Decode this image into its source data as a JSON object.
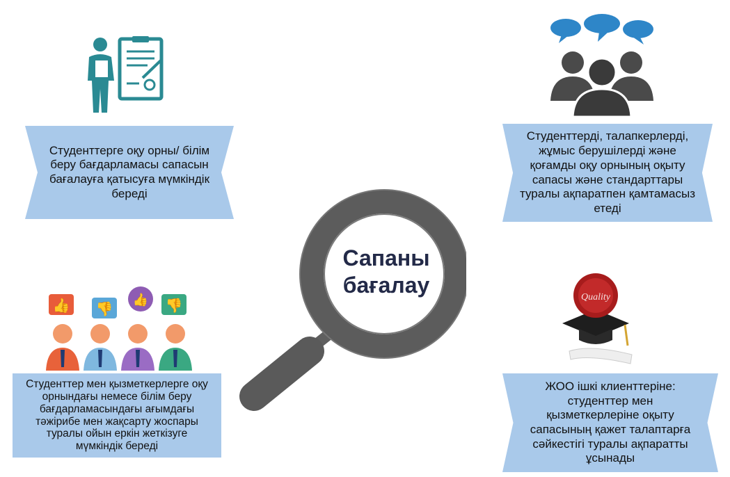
{
  "center": {
    "title": "Сапаны бағалау"
  },
  "boxes": {
    "top_left": "Студенттерге оқу орны/ білім беру бағдарламасы сапасын бағалауға қатысуға мүмкіндік береді",
    "top_right": "Студенттерді, талапкерлерді, жұмыс берушілерді және қоғамды оқу орнының оқыту сапасы және стандарттары туралы ақпаратпен қамтамасыз етеді",
    "bottom_left": "Студенттер мен қызметкерлерге оқу орнындағы немесе білім беру бағдарламасындағы ағымдағы тәжірибе мен жақсарту жоспары туралы ойын еркін жеткізуге мүмкіндік береді",
    "bottom_right": "ЖОО ішкі клиенттеріне: студенттер мен қызметкерлеріне оқыту сапасының қажет талаптарға сәйкестігі туралы ақпаратты ұсынады"
  },
  "seal": {
    "text": "Quality"
  },
  "colors": {
    "banner": "#a9c9ea",
    "magnifier": "#5a5a5a",
    "teal": "#2a8a93",
    "title": "#232a48",
    "bubble_blue": "#2e86c8",
    "silhouette": "#4a4a4a"
  },
  "icons": [
    "teacher-with-board-icon",
    "discussion-group-icon",
    "feedback-people-icon",
    "quality-graduation-icon",
    "magnifying-glass-icon"
  ]
}
